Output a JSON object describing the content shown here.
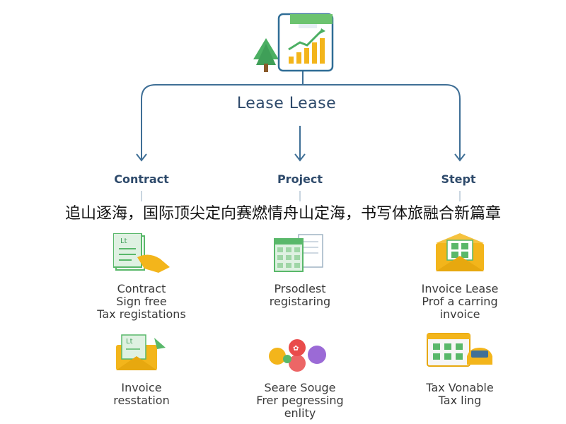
{
  "header": {
    "title": "Lease Lease"
  },
  "branches": [
    {
      "label": "Contract"
    },
    {
      "label": "Project"
    },
    {
      "label": "Stept"
    }
  ],
  "banner": {
    "text": "追山逐海，国际顶尖定向赛燃情舟山定海，书写体旅融合新篇章"
  },
  "cards": [
    {
      "icon": "contract-document-hand-icon",
      "lines": [
        "Contract",
        "Sign free",
        "Tax registations"
      ]
    },
    {
      "icon": "spreadsheet-document-icon",
      "lines": [
        "Prsodlest",
        "registaring"
      ]
    },
    {
      "icon": "invoice-envelope-icon",
      "lines": [
        "Invoice Lease",
        "Prof a carring",
        "invoice"
      ]
    },
    {
      "icon": "invoice-folder-icon",
      "lines": [
        "Invoice",
        "resstation"
      ]
    },
    {
      "icon": "colorful-circles-icon",
      "lines": [
        "Seare Souge",
        "Frer pegressing",
        "enlity"
      ]
    },
    {
      "icon": "calendar-car-icon",
      "lines": [
        "Tax Vonable",
        "Tax ling"
      ]
    }
  ],
  "colors": {
    "line": "#2f5f8a",
    "text_dark": "#2e4a6b",
    "green": "#59b86a",
    "yellow": "#f3b51b"
  }
}
